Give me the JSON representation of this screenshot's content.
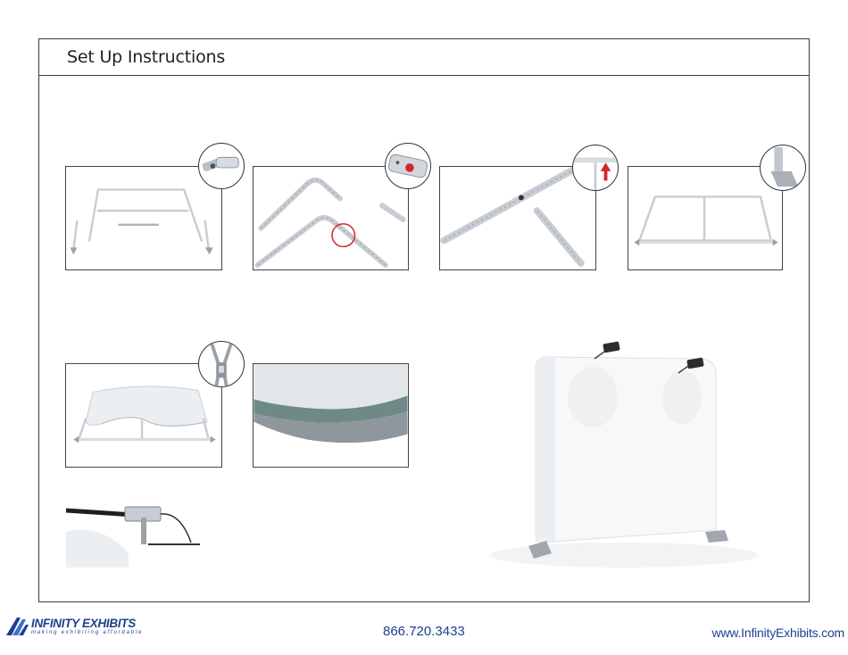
{
  "header": {
    "title": "Set Up Instructions"
  },
  "footer": {
    "logo_name": "INFINITY EXHIBITS",
    "logo_tagline": "making exhibiting affordable",
    "phone": "866.720.3433",
    "website": "www.InfinityExhibits.com"
  },
  "colors": {
    "brand_blue": "#1e3f8f",
    "frame_grey": "#c8cdd3",
    "accent_red": "#d4262b"
  },
  "steps": [
    {
      "name": "frame-layout",
      "detail": "push-button-connector"
    },
    {
      "name": "corner-connection",
      "detail": "red-push-button"
    },
    {
      "name": "tube-insertion",
      "detail": "up-arrow"
    },
    {
      "name": "frame-assembled-on-feet",
      "detail": "foot-base"
    },
    {
      "name": "fabric-over-frame",
      "detail": "zipper"
    },
    {
      "name": "fabric-edge-closeup"
    },
    {
      "name": "light-clamp-mount"
    },
    {
      "name": "completed-display-with-lights"
    }
  ]
}
